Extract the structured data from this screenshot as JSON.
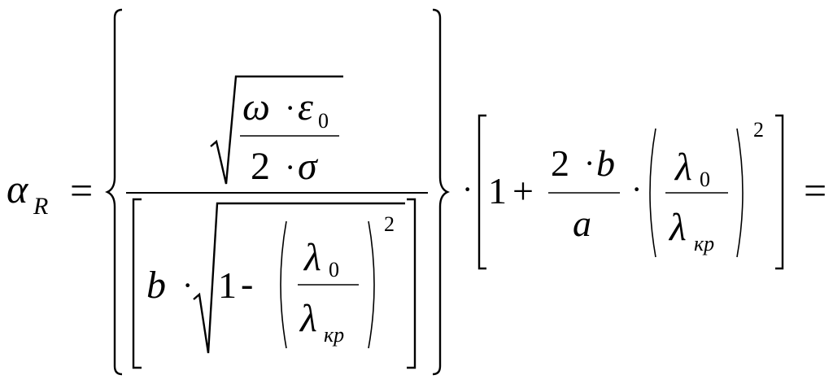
{
  "formula": {
    "lhs": {
      "symbol": "α",
      "subscript": "R"
    },
    "equals": "=",
    "trailing_equals": "=",
    "dot": "·",
    "numerator": {
      "omega": "ω",
      "epsilon": "ε",
      "epsilon_subscript": "0",
      "two": "2",
      "sigma": "σ"
    },
    "denominator": {
      "b": "b",
      "one": "1",
      "minus": "-",
      "lambda_num": "λ",
      "lambda_num_subscript": "0",
      "lambda_den": "λ",
      "lambda_den_subscript": "кр",
      "exponent": "2"
    },
    "factor": {
      "one": "1",
      "plus": "+",
      "two": "2",
      "b": "b",
      "a": "a",
      "lambda_num": "λ",
      "lambda_num_subscript": "0",
      "lambda_den": "λ",
      "lambda_den_subscript": "кр",
      "exponent": "2"
    }
  }
}
